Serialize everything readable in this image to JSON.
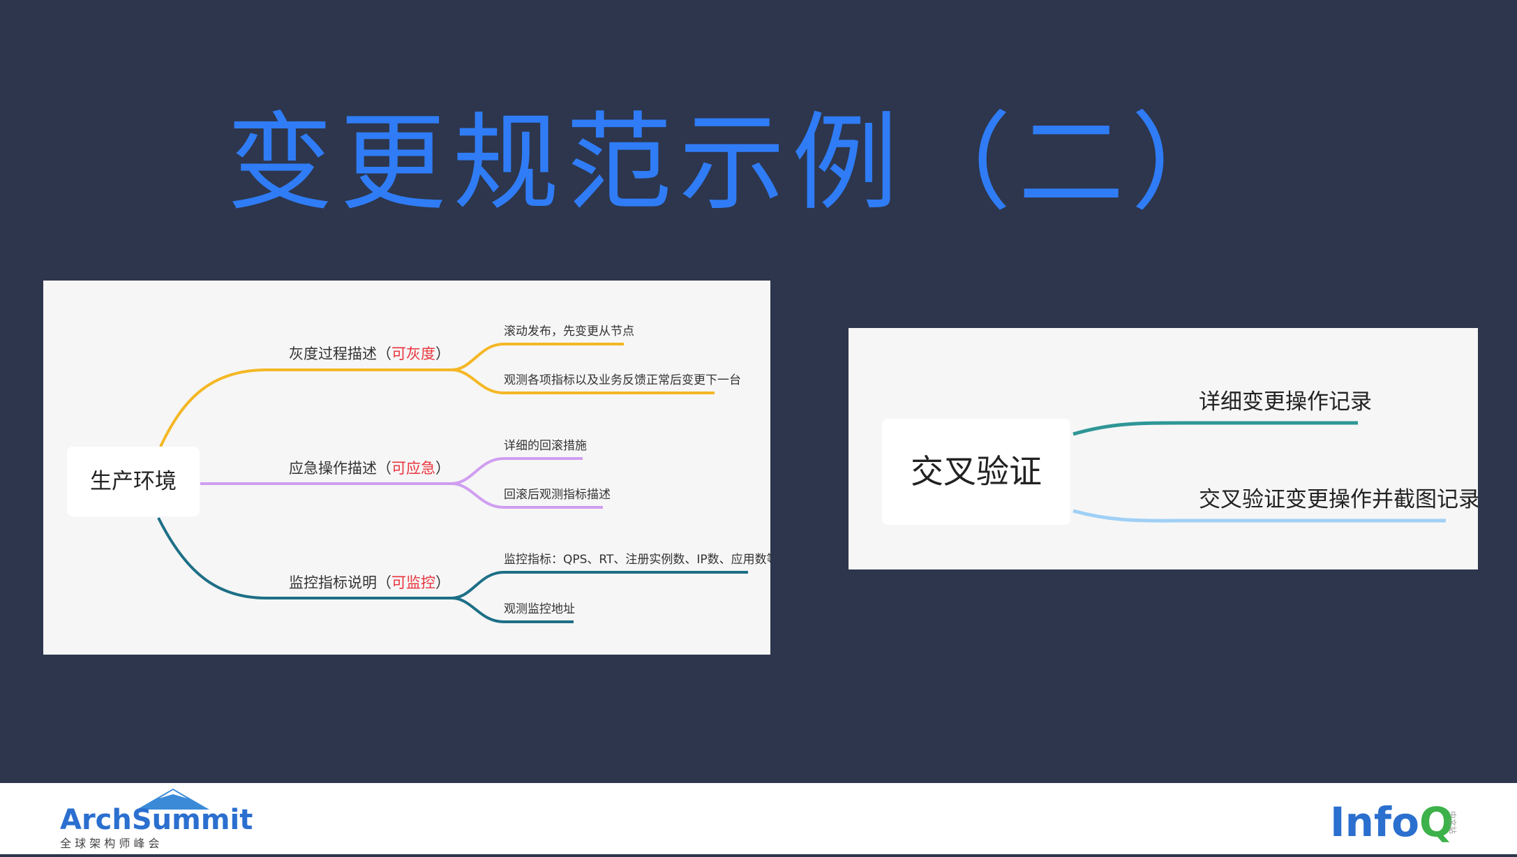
{
  "title": "变更规范示例（二）",
  "left_mindmap": {
    "root": "生产环境",
    "branches": [
      {
        "label": "灰度过程描述",
        "tag": "可灰度",
        "color": "#f4b724",
        "children": [
          "滚动发布，先变更从节点",
          "观测各项指标以及业务反馈正常后变更下一台"
        ]
      },
      {
        "label": "应急操作描述",
        "tag": "可应急",
        "color": "#cf9ef0",
        "children": [
          "详细的回滚措施",
          "回滚后观测指标描述"
        ]
      },
      {
        "label": "监控指标说明",
        "tag": "可监控",
        "color": "#1d6f86",
        "children": [
          "监控指标：QPS、RT、注册实例数、IP数、应用数等",
          "观测监控地址"
        ]
      }
    ],
    "tag_color": "#e8343d"
  },
  "right_mindmap": {
    "root": "交叉验证",
    "branches": [
      {
        "label": "详细变更操作记录",
        "color": "#2f9696"
      },
      {
        "label": "交叉验证变更操作并截图记录",
        "color": "#9fd0f6"
      }
    ]
  },
  "footer": {
    "left_logo_text": "ArchSummit",
    "left_logo_sub": "全 球 架 构 师 峰 会",
    "right_logo_text": "InfoQ",
    "right_logo_sub": "中文站"
  },
  "colors": {
    "background": "#2d364d",
    "title": "#2f7cf6",
    "panel": "#f6f6f6"
  }
}
